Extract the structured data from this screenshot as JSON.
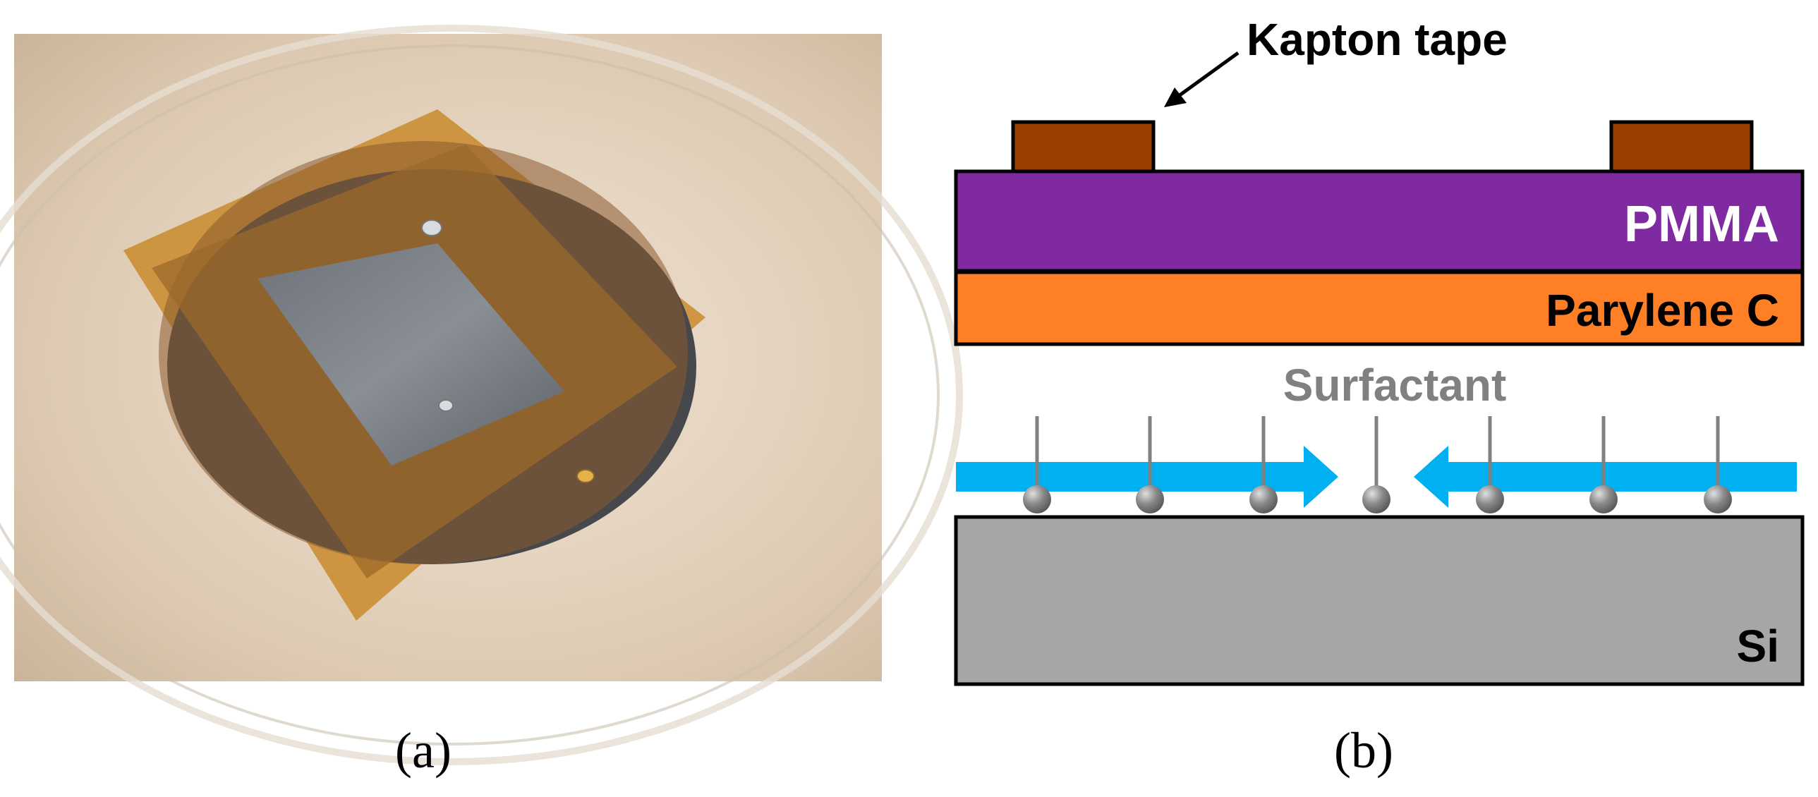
{
  "panels": {
    "a": {
      "label": "(a)"
    },
    "b": {
      "label": "(b)",
      "annotations": {
        "kapton": "Kapton tape",
        "surfactant": "Surfactant"
      },
      "layers": {
        "pmma": "PMMA",
        "parylene": "Parylene C",
        "si": "Si"
      }
    }
  },
  "colors": {
    "kapton": "#993d00",
    "pmma": "#7f2aa0",
    "parylene": "#ff7f27",
    "si": "#a6a6a6",
    "flow_arrow": "#00b0f0",
    "surfactant": "#808080",
    "outline": "#000000"
  }
}
